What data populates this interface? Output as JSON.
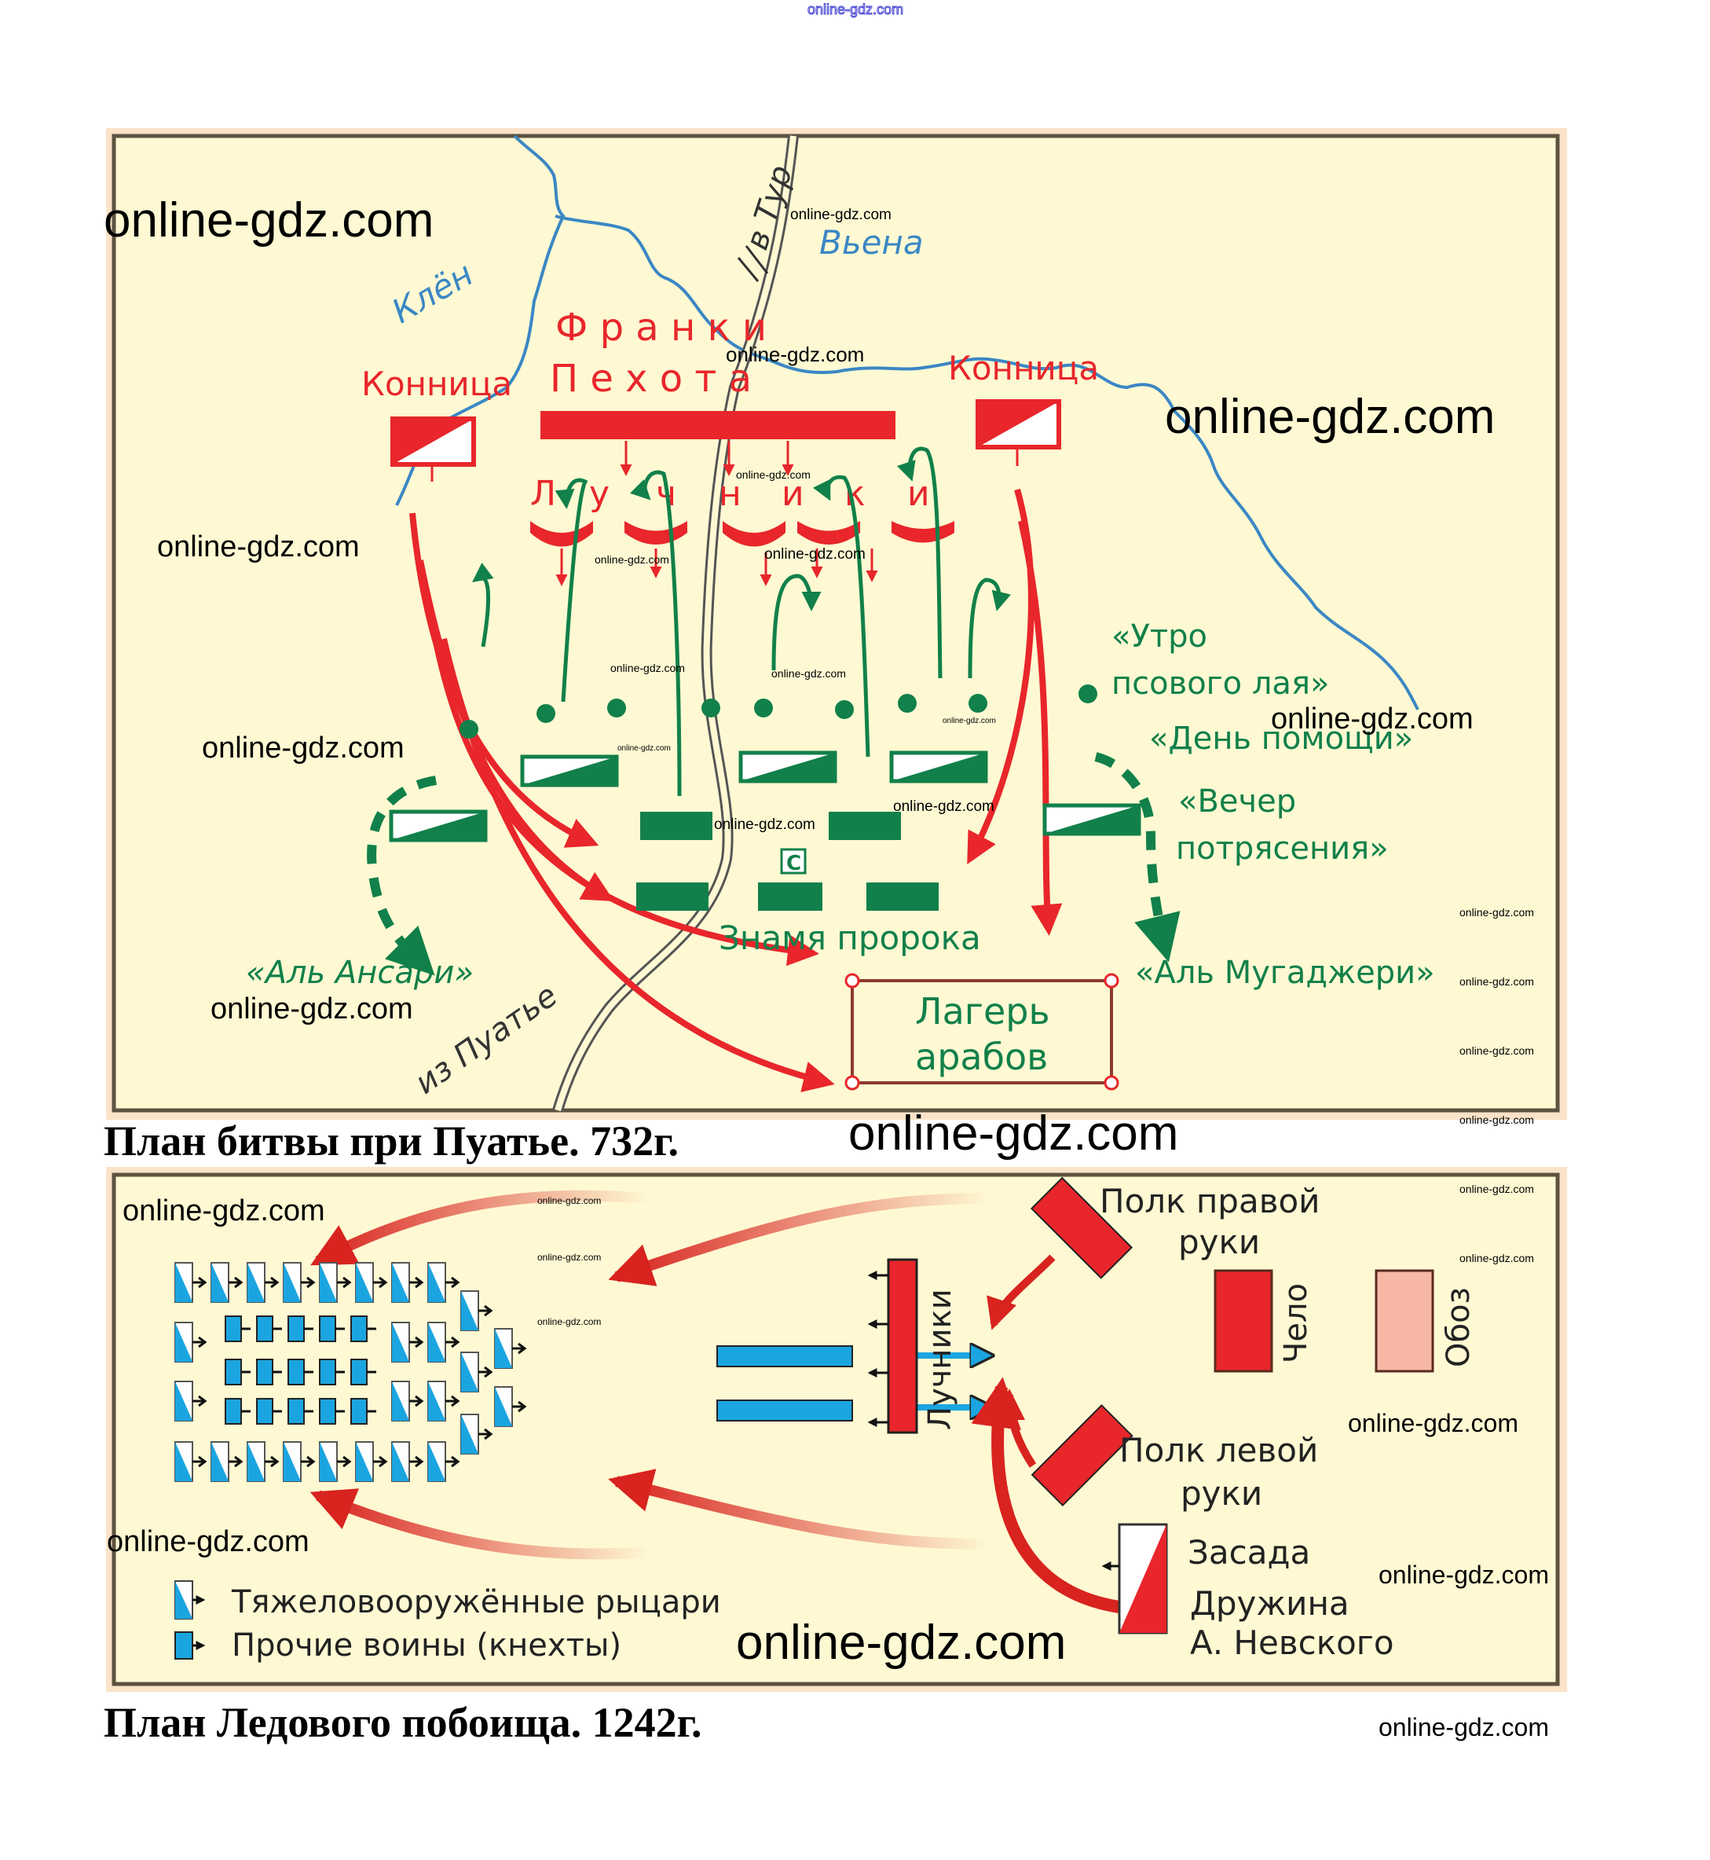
{
  "top_watermark": "online-gdz.com",
  "watermark_text": "online-gdz.com",
  "colors": {
    "map_bg": "#fef9d3",
    "frame_outer": "#fbe3c8",
    "frame_border": "#5e5240",
    "franks_red": "#e8262b",
    "arabs_green": "#12804a",
    "river_blue": "#3b87c4",
    "knights_blue": "#1ba5e0",
    "oboz_pink": "#f6b8a4",
    "camp_border": "#8e3a30",
    "road_gray": "#555555"
  },
  "map1": {
    "caption": "План битвы при Пуатье. 732г.",
    "rivers": {
      "klen": "Клён",
      "viena": "Вьена"
    },
    "roads": {
      "to_tours": "в Тур",
      "from_poitiers": "из Пуатье"
    },
    "franks": {
      "title": "Ф р а н к и",
      "infantry": "П е х о т а",
      "cavalry_left": "Конница",
      "cavalry_right": "Конница",
      "archers_letters": [
        "Л",
        "у",
        "ч",
        "н",
        "и",
        "к",
        "и"
      ]
    },
    "arabs": {
      "morning": [
        "«Утро",
        "псового лая»"
      ],
      "day": "«День помощи»",
      "evening": [
        "«Вечер",
        "потрясения»"
      ],
      "al_ansari": "«Аль Ансари»",
      "al_mugajeri": "«Аль Мугаджери»",
      "banner_mark": "С",
      "banner": "Знамя пророка",
      "camp": [
        "Лагерь",
        "арабов"
      ]
    }
  },
  "map2": {
    "caption": "План Ледового побоища. 1242г.",
    "archers": "Лучники",
    "right_regiment": [
      "Полк правой",
      "руки"
    ],
    "left_regiment": [
      "Полк левой",
      "руки"
    ],
    "center": "Чело",
    "baggage": "Обоз",
    "ambush": "Засада",
    "druzhina": [
      "Дружина",
      "А. Невского"
    ],
    "legend": {
      "knights": "Тяжеловооружённые рыцари",
      "knechts": "Прочие воины (кнехты)"
    }
  }
}
